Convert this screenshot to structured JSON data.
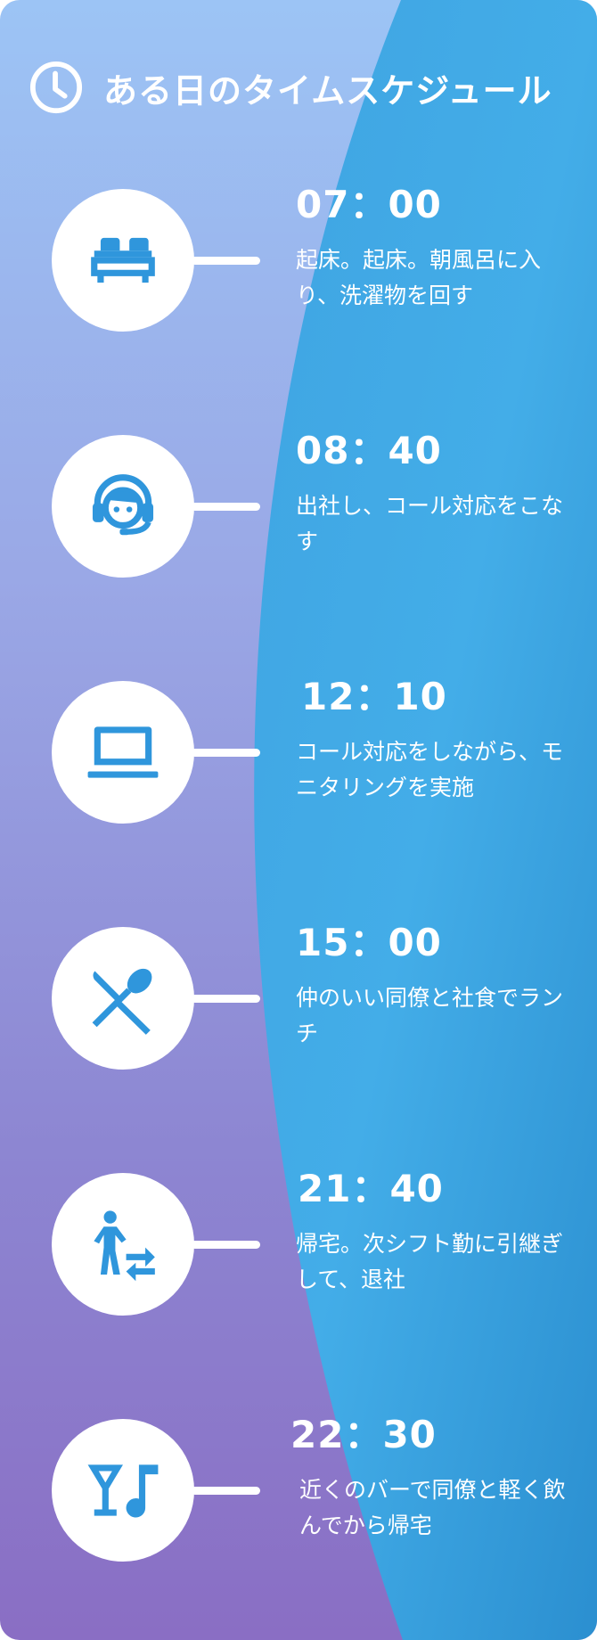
{
  "header": {
    "title": "ある日のタイムスケジュール",
    "icon": "clock-icon"
  },
  "colors": {
    "icon_blue": "#2f96dc",
    "wave_blue": "#3aa6e6",
    "white": "#ffffff"
  },
  "schedule": [
    {
      "time": "07：00",
      "text": "起床。起床。朝風呂に入り、洗濯物を回す",
      "icon": "bed-icon"
    },
    {
      "time": "08：40",
      "text": "出社し、コール対応をこなす",
      "icon": "headset-operator-icon"
    },
    {
      "time": "12：10",
      "text": "コール対応をしながら、モニタリングを実施",
      "icon": "laptop-icon"
    },
    {
      "time": "15：00",
      "text": "仲のいい同僚と社食でランチ",
      "icon": "restaurant-icon"
    },
    {
      "time": "21：40",
      "text": "帰宅。次シフト勤に引継ぎして、退社",
      "icon": "handover-leave-icon"
    },
    {
      "time": "22：30",
      "text": "近くのバーで同僚と軽く飲んでから帰宅",
      "icon": "bar-music-icon"
    }
  ]
}
